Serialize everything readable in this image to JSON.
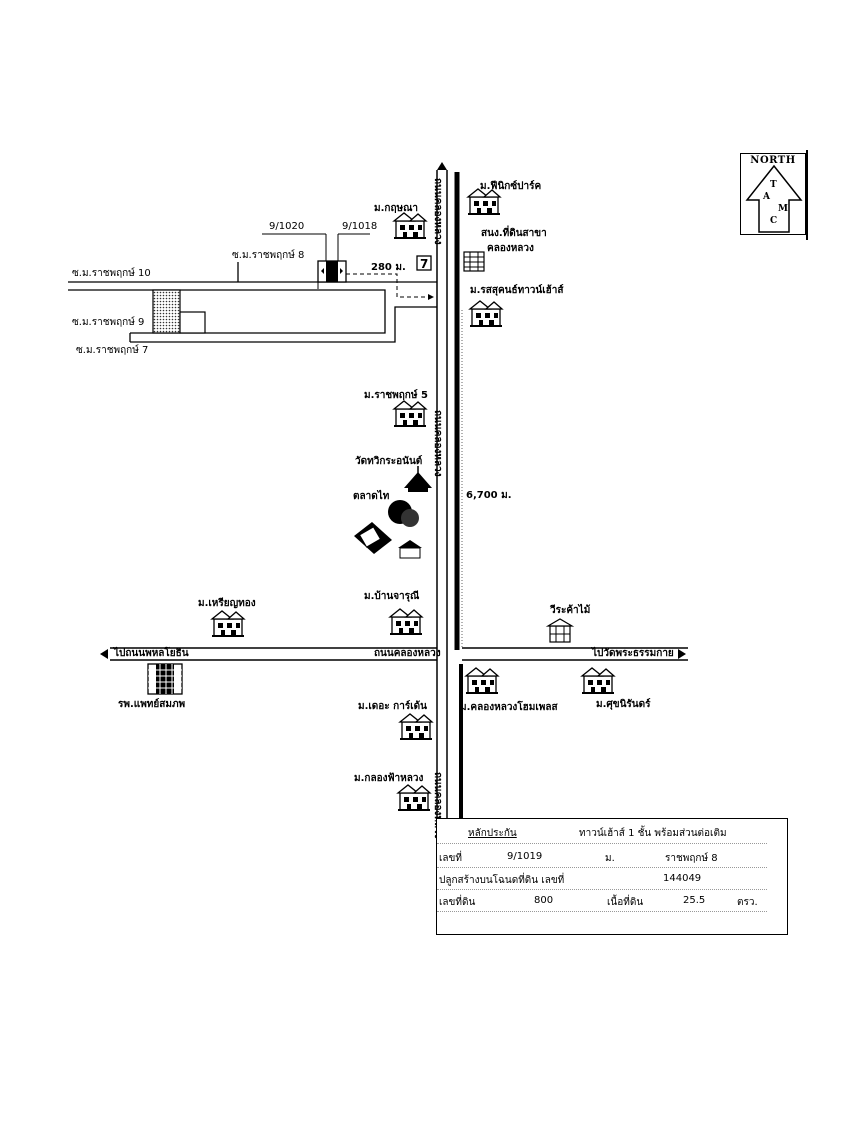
{
  "north": {
    "title": "NORTH",
    "letters": [
      "T",
      "A",
      "M",
      "C"
    ]
  },
  "labels": {
    "road_main_north": "ถนนคลองหลวง",
    "phinix": "ม.ฟีนิกซ์ปาร์ค",
    "kritsana": "ม.กฤษณา",
    "parcel_1020": "9/1020",
    "parcel_1018": "9/1018",
    "dol": "สนง.ที่ดินสาขา",
    "dol2": "คลองหลวง",
    "soi8": "ซ.ม.ราชพฤกษ์ 8",
    "dist_280": "280 ม.",
    "soi10": "ซ.ม.ราชพฤกษ์ 10",
    "rot": "ม.รสสุคนธ์ทาวน์เฮ้าส์",
    "soi9": "ซ.ม.ราชพฤกษ์ 9",
    "soi7": "ซ.ม.ราชพฤกษ์ 7",
    "rachaphruek5": "ม.ราชพฤกษ์ 5",
    "road_vertical_mid": "ถนนคลองหลวง",
    "wat": "วัดทวิกระอนันต์",
    "market": "ตลาดไท",
    "dist_6700": "6,700 ม.",
    "banjaruni": "ม.บ้านจารุณี",
    "rienthong": "ม.เหรียญทอง",
    "wood": "วีระค้าไม้",
    "to_phahon": "ไปถนนพหลโยธิน",
    "road_cross": "ถนนคลองหลวง",
    "to_wat_dhamma": "ไปวัดพระธรรมกาย",
    "hospital": "รพ.แพทย์สมภพ",
    "the_garden": "ม.เดอะ การ์เด้น",
    "klong_home": "ม.คลองหลวงโฮมเพลส",
    "suchanirin": "ม.ศุขนิรันดร์",
    "klongfa": "ม.กลองฟ้าหลวง",
    "road_south": "ถนนคลองหลวง"
  },
  "info": {
    "collateral_label": "หลักประกัน",
    "type": "ทาวน์เฮ้าส์ 1 ชั้น พร้อมส่วนต่อเติม",
    "no_label": "เลขที่",
    "no_value": "9/1019",
    "moo_label": "ม.",
    "village": "ราชพฤกษ์ 8",
    "deed_label": "ปลูกสร้างบนโฉนดที่ดิน เลขที่",
    "deed_value": "144049",
    "land_no_label": "เลขที่ดิน",
    "land_no_value": "800",
    "area_label": "เนื้อที่ดิน",
    "area_value": "25.5",
    "area_unit": "ตรว."
  }
}
